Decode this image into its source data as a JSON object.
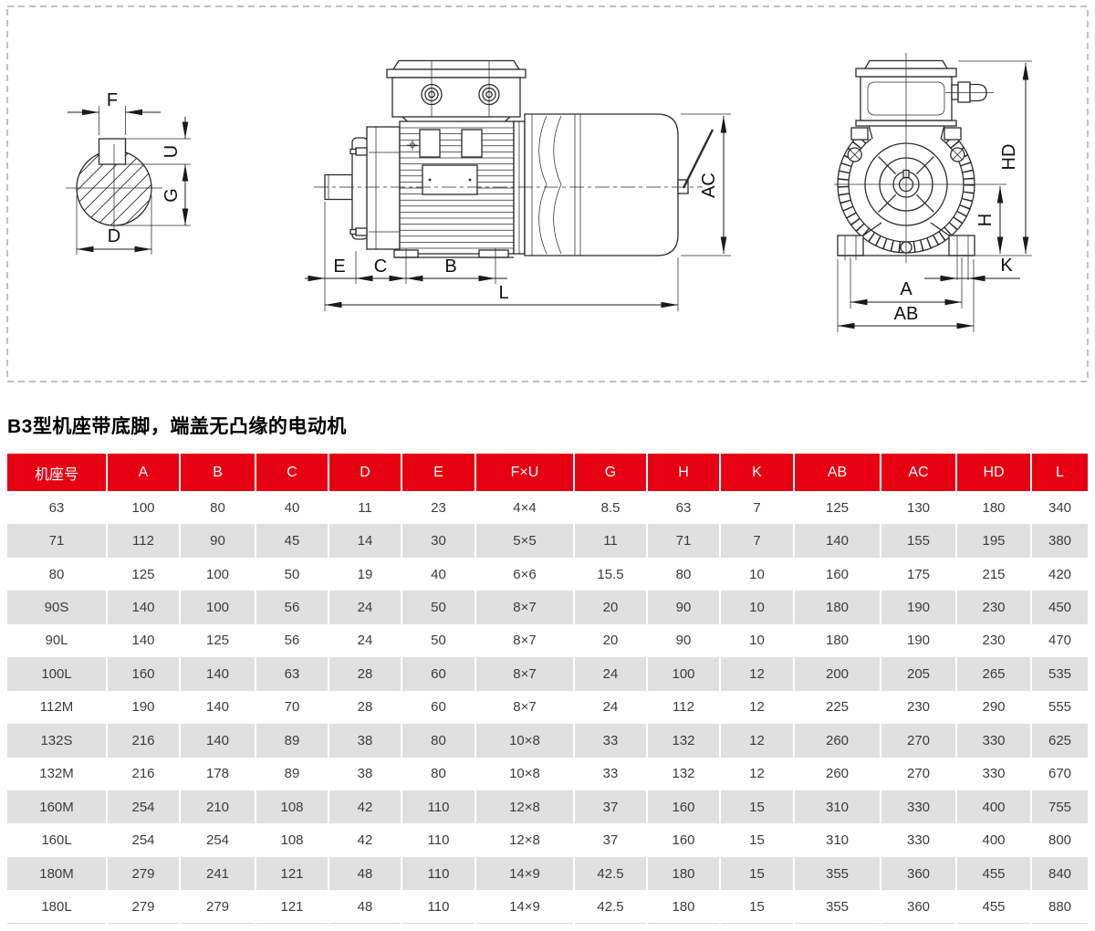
{
  "title": "B3型机座带底脚，端盖无凸缘的电动机",
  "drawing": {
    "description": "三视图尺寸图（轴端视图、侧视图、后视图）",
    "labels": {
      "F": "F",
      "U": "U",
      "G": "G",
      "D": "D",
      "E": "E",
      "C": "C",
      "B": "B",
      "L": "L",
      "AC": "AC",
      "HD": "HD",
      "H": "H",
      "K": "K",
      "A": "A",
      "AB": "AB"
    }
  },
  "table": {
    "columns": [
      "机座号",
      "A",
      "B",
      "C",
      "D",
      "E",
      "F×U",
      "G",
      "H",
      "K",
      "AB",
      "AC",
      "HD",
      "L"
    ],
    "rows": [
      [
        "63",
        "100",
        "80",
        "40",
        "11",
        "23",
        "4×4",
        "8.5",
        "63",
        "7",
        "125",
        "130",
        "180",
        "340"
      ],
      [
        "71",
        "112",
        "90",
        "45",
        "14",
        "30",
        "5×5",
        "11",
        "71",
        "7",
        "140",
        "155",
        "195",
        "380"
      ],
      [
        "80",
        "125",
        "100",
        "50",
        "19",
        "40",
        "6×6",
        "15.5",
        "80",
        "10",
        "160",
        "175",
        "215",
        "420"
      ],
      [
        "90S",
        "140",
        "100",
        "56",
        "24",
        "50",
        "8×7",
        "20",
        "90",
        "10",
        "180",
        "190",
        "230",
        "450"
      ],
      [
        "90L",
        "140",
        "125",
        "56",
        "24",
        "50",
        "8×7",
        "20",
        "90",
        "10",
        "180",
        "190",
        "230",
        "470"
      ],
      [
        "100L",
        "160",
        "140",
        "63",
        "28",
        "60",
        "8×7",
        "24",
        "100",
        "12",
        "200",
        "205",
        "265",
        "535"
      ],
      [
        "112M",
        "190",
        "140",
        "70",
        "28",
        "60",
        "8×7",
        "24",
        "112",
        "12",
        "225",
        "230",
        "290",
        "555"
      ],
      [
        "132S",
        "216",
        "140",
        "89",
        "38",
        "80",
        "10×8",
        "33",
        "132",
        "12",
        "260",
        "270",
        "330",
        "625"
      ],
      [
        "132M",
        "216",
        "178",
        "89",
        "38",
        "80",
        "10×8",
        "33",
        "132",
        "12",
        "260",
        "270",
        "330",
        "670"
      ],
      [
        "160M",
        "254",
        "210",
        "108",
        "42",
        "110",
        "12×8",
        "37",
        "160",
        "15",
        "310",
        "330",
        "400",
        "755"
      ],
      [
        "160L",
        "254",
        "254",
        "108",
        "42",
        "110",
        "12×8",
        "37",
        "160",
        "15",
        "310",
        "330",
        "400",
        "800"
      ],
      [
        "180M",
        "279",
        "241",
        "121",
        "48",
        "110",
        "14×9",
        "42.5",
        "180",
        "15",
        "355",
        "360",
        "455",
        "840"
      ],
      [
        "180L",
        "279",
        "279",
        "121",
        "48",
        "110",
        "14×9",
        "42.5",
        "180",
        "15",
        "355",
        "360",
        "455",
        "880"
      ]
    ]
  },
  "colors": {
    "header_red": "#e60012",
    "row_alt_gray": "#e0e0e0",
    "line_ink": "#2b2b2b"
  }
}
